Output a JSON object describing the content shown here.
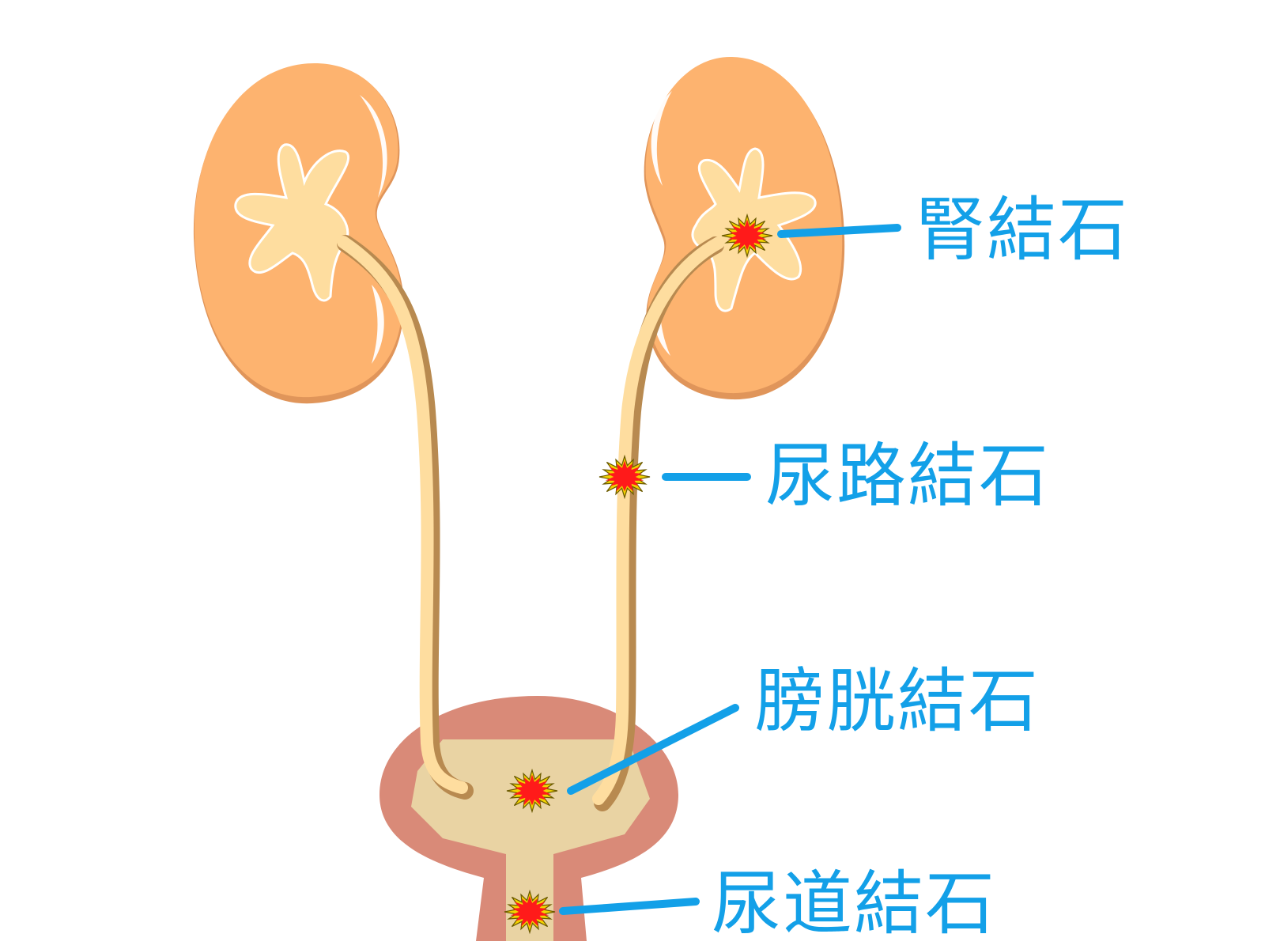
{
  "labels": {
    "kidney_stone": "腎結石",
    "ureteral_stone": "尿路結石",
    "bladder_stone": "膀胱結石",
    "urethral_stone": "尿道結石"
  },
  "colors": {
    "kidney": "#fdb36f",
    "kidney_shadow": "#e0955a",
    "pelvis": "#fedd9f",
    "ureter": "#fedd9f",
    "ureter_edge": "#b88a50",
    "bladder_wall": "#d98a78",
    "bladder_inner": "#e9d3a3",
    "stone": "#ff1a1a",
    "stone_edge": "#f2d200",
    "leader": "#13a0e8"
  }
}
